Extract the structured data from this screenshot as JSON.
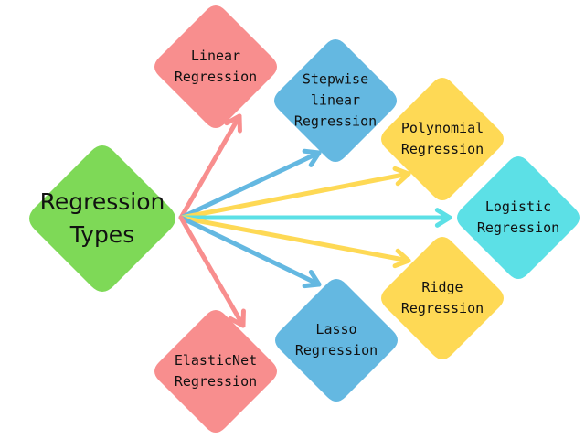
{
  "title": "Regression Types",
  "colors": {
    "green": "#7ed957",
    "pink": "#f88e8e",
    "blue": "#64b8e1",
    "yellow": "#fed955",
    "cyan": "#5ce0e6"
  },
  "root": {
    "id": "regression-types",
    "label_lines": [
      "Regression",
      "Types"
    ],
    "color": "green"
  },
  "nodes": [
    {
      "id": "linear-regression",
      "label_lines": [
        "Linear",
        "Regression"
      ],
      "color": "pink"
    },
    {
      "id": "stepwise-linear-regression",
      "label_lines": [
        "Stepwise",
        "linear",
        "Regression"
      ],
      "color": "blue"
    },
    {
      "id": "polynomial-regression",
      "label_lines": [
        "Polynomial",
        "Regression"
      ],
      "color": "yellow"
    },
    {
      "id": "logistic-regression",
      "label_lines": [
        "Logistic",
        "Regression"
      ],
      "color": "cyan"
    },
    {
      "id": "ridge-regression",
      "label_lines": [
        "Ridge",
        "Regression"
      ],
      "color": "yellow"
    },
    {
      "id": "lasso-regression",
      "label_lines": [
        "Lasso",
        "Regression"
      ],
      "color": "blue"
    },
    {
      "id": "elasticnet-regression",
      "label_lines": [
        "ElasticNet",
        "Regression"
      ],
      "color": "pink"
    }
  ],
  "edges": [
    {
      "from": "regression-types",
      "to": "linear-regression",
      "color": "pink"
    },
    {
      "from": "regression-types",
      "to": "stepwise-linear-regression",
      "color": "blue"
    },
    {
      "from": "regression-types",
      "to": "polynomial-regression",
      "color": "yellow"
    },
    {
      "from": "regression-types",
      "to": "logistic-regression",
      "color": "cyan"
    },
    {
      "from": "regression-types",
      "to": "ridge-regression",
      "color": "yellow"
    },
    {
      "from": "regression-types",
      "to": "lasso-regression",
      "color": "blue"
    },
    {
      "from": "regression-types",
      "to": "elasticnet-regression",
      "color": "pink"
    }
  ]
}
